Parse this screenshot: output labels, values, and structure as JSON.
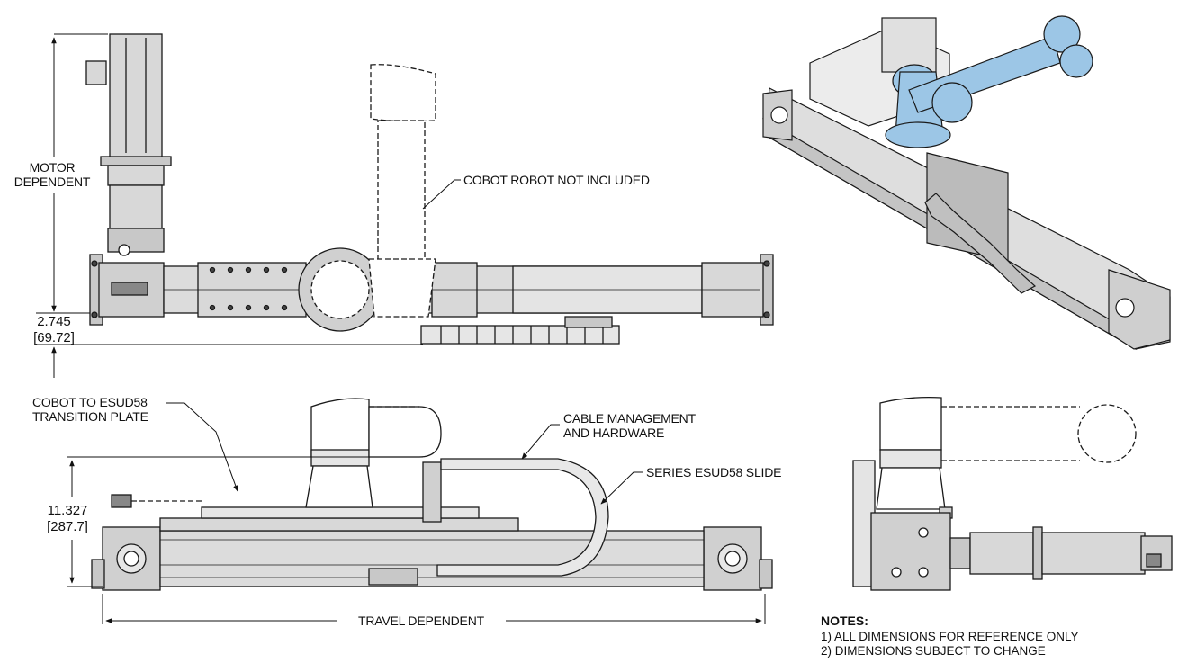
{
  "labels": {
    "motor_dependent_line1": "MOTOR",
    "motor_dependent_line2": "DEPENDENT",
    "cobot_not_included": "COBOT ROBOT NOT INCLUDED",
    "transition_plate_line1": "COBOT TO ESUD58",
    "transition_plate_line2": "TRANSITION PLATE",
    "cable_management_line1": "CABLE MANAGEMENT",
    "cable_management_line2": "AND HARDWARE",
    "series_slide": "SERIES ESUD58 SLIDE",
    "travel_dependent": "TRAVEL DEPENDENT"
  },
  "dimensions": {
    "top_offset_in": "2.745",
    "top_offset_mm": "[69.72]",
    "height_in": "11.327",
    "height_mm": "[287.7]"
  },
  "notes": {
    "heading": "NOTES:",
    "items": [
      "1)  ALL DIMENSIONS FOR REFERENCE ONLY",
      "2)  DIMENSIONS SUBJECT TO CHANGE"
    ]
  },
  "colors": {
    "line": "#1a1a1a",
    "fill_gray": "#d8d8d8",
    "fill_dark": "#b5b5b5",
    "robot_blue": "#9cc6e6"
  }
}
